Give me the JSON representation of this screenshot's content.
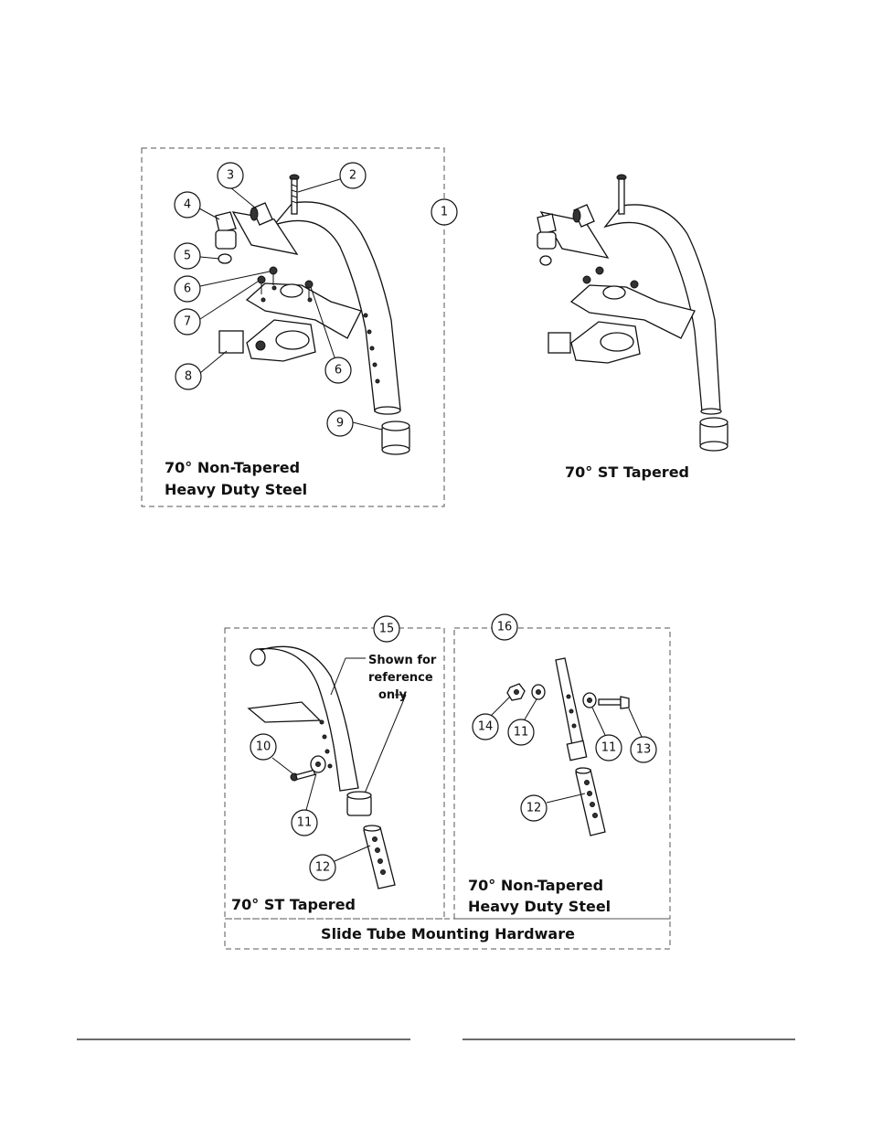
{
  "diagram_top": {
    "group_number": "1",
    "left_caption_line1": "70° Non-Tapered",
    "left_caption_line2": "Heavy Duty Steel",
    "right_caption": "70° ST  Tapered",
    "callouts": [
      "2",
      "3",
      "4",
      "5",
      "6",
      "7",
      "6",
      "8",
      "9"
    ]
  },
  "diagram_bottom": {
    "left_group": "15",
    "right_group": "16",
    "note_line1": "Shown for",
    "note_line2": "reference",
    "note_line3": "only",
    "left_caption": "70°  ST  Tapered",
    "right_caption_line1": "70° Non-Tapered",
    "right_caption_line2": "Heavy Duty Steel",
    "footer_caption": "Slide Tube Mounting Hardware",
    "left_callouts": [
      "10",
      "11",
      "12"
    ],
    "right_callouts": [
      "14",
      "11",
      "11",
      "13",
      "12"
    ]
  }
}
